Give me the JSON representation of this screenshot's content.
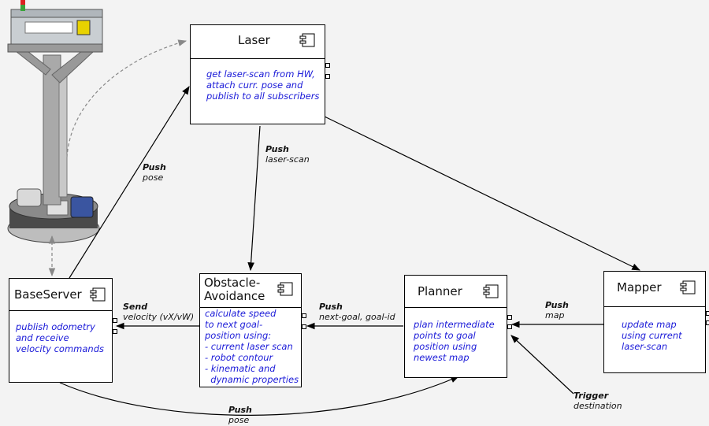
{
  "components": {
    "laser": {
      "title": "Laser",
      "desc": "get laser-scan from HW,\nattach curr. pose and\npublish to all subscribers"
    },
    "baseserver": {
      "title": "BaseServer",
      "desc": "publish odometry\nand receive\nvelocity commands"
    },
    "obstacle": {
      "title": "Obstacle-\nAvoidance",
      "desc": "calculate speed\nto next goal-\nposition using:\n- current laser scan\n- robot contour\n- kinematic and\n  dynamic properties"
    },
    "planner": {
      "title": "Planner",
      "desc": "plan intermediate\npoints to goal\nposition using\nnewest map"
    },
    "mapper": {
      "title": "Mapper",
      "desc": "update map\nusing current\nlaser-scan"
    }
  },
  "connections": {
    "push_pose_top": {
      "verb": "Push",
      "obj": "pose"
    },
    "push_laserscan": {
      "verb": "Push",
      "obj": "laser-scan"
    },
    "send_velocity": {
      "verb": "Send",
      "obj": "velocity (vX/vW)"
    },
    "push_nextgoal": {
      "verb": "Push",
      "obj": "next-goal, goal-id"
    },
    "push_map": {
      "verb": "Push",
      "obj": "map"
    },
    "trigger_destination": {
      "verb": "Trigger",
      "obj": "destination"
    },
    "push_pose_bottom": {
      "verb": "Push",
      "obj": "pose"
    }
  },
  "robot_image": {
    "label": "mobile robot with laser scanner and crate"
  },
  "colors": {
    "description_text": "#1a1ad8",
    "background": "#f3f3f3",
    "lines": "#000000"
  }
}
